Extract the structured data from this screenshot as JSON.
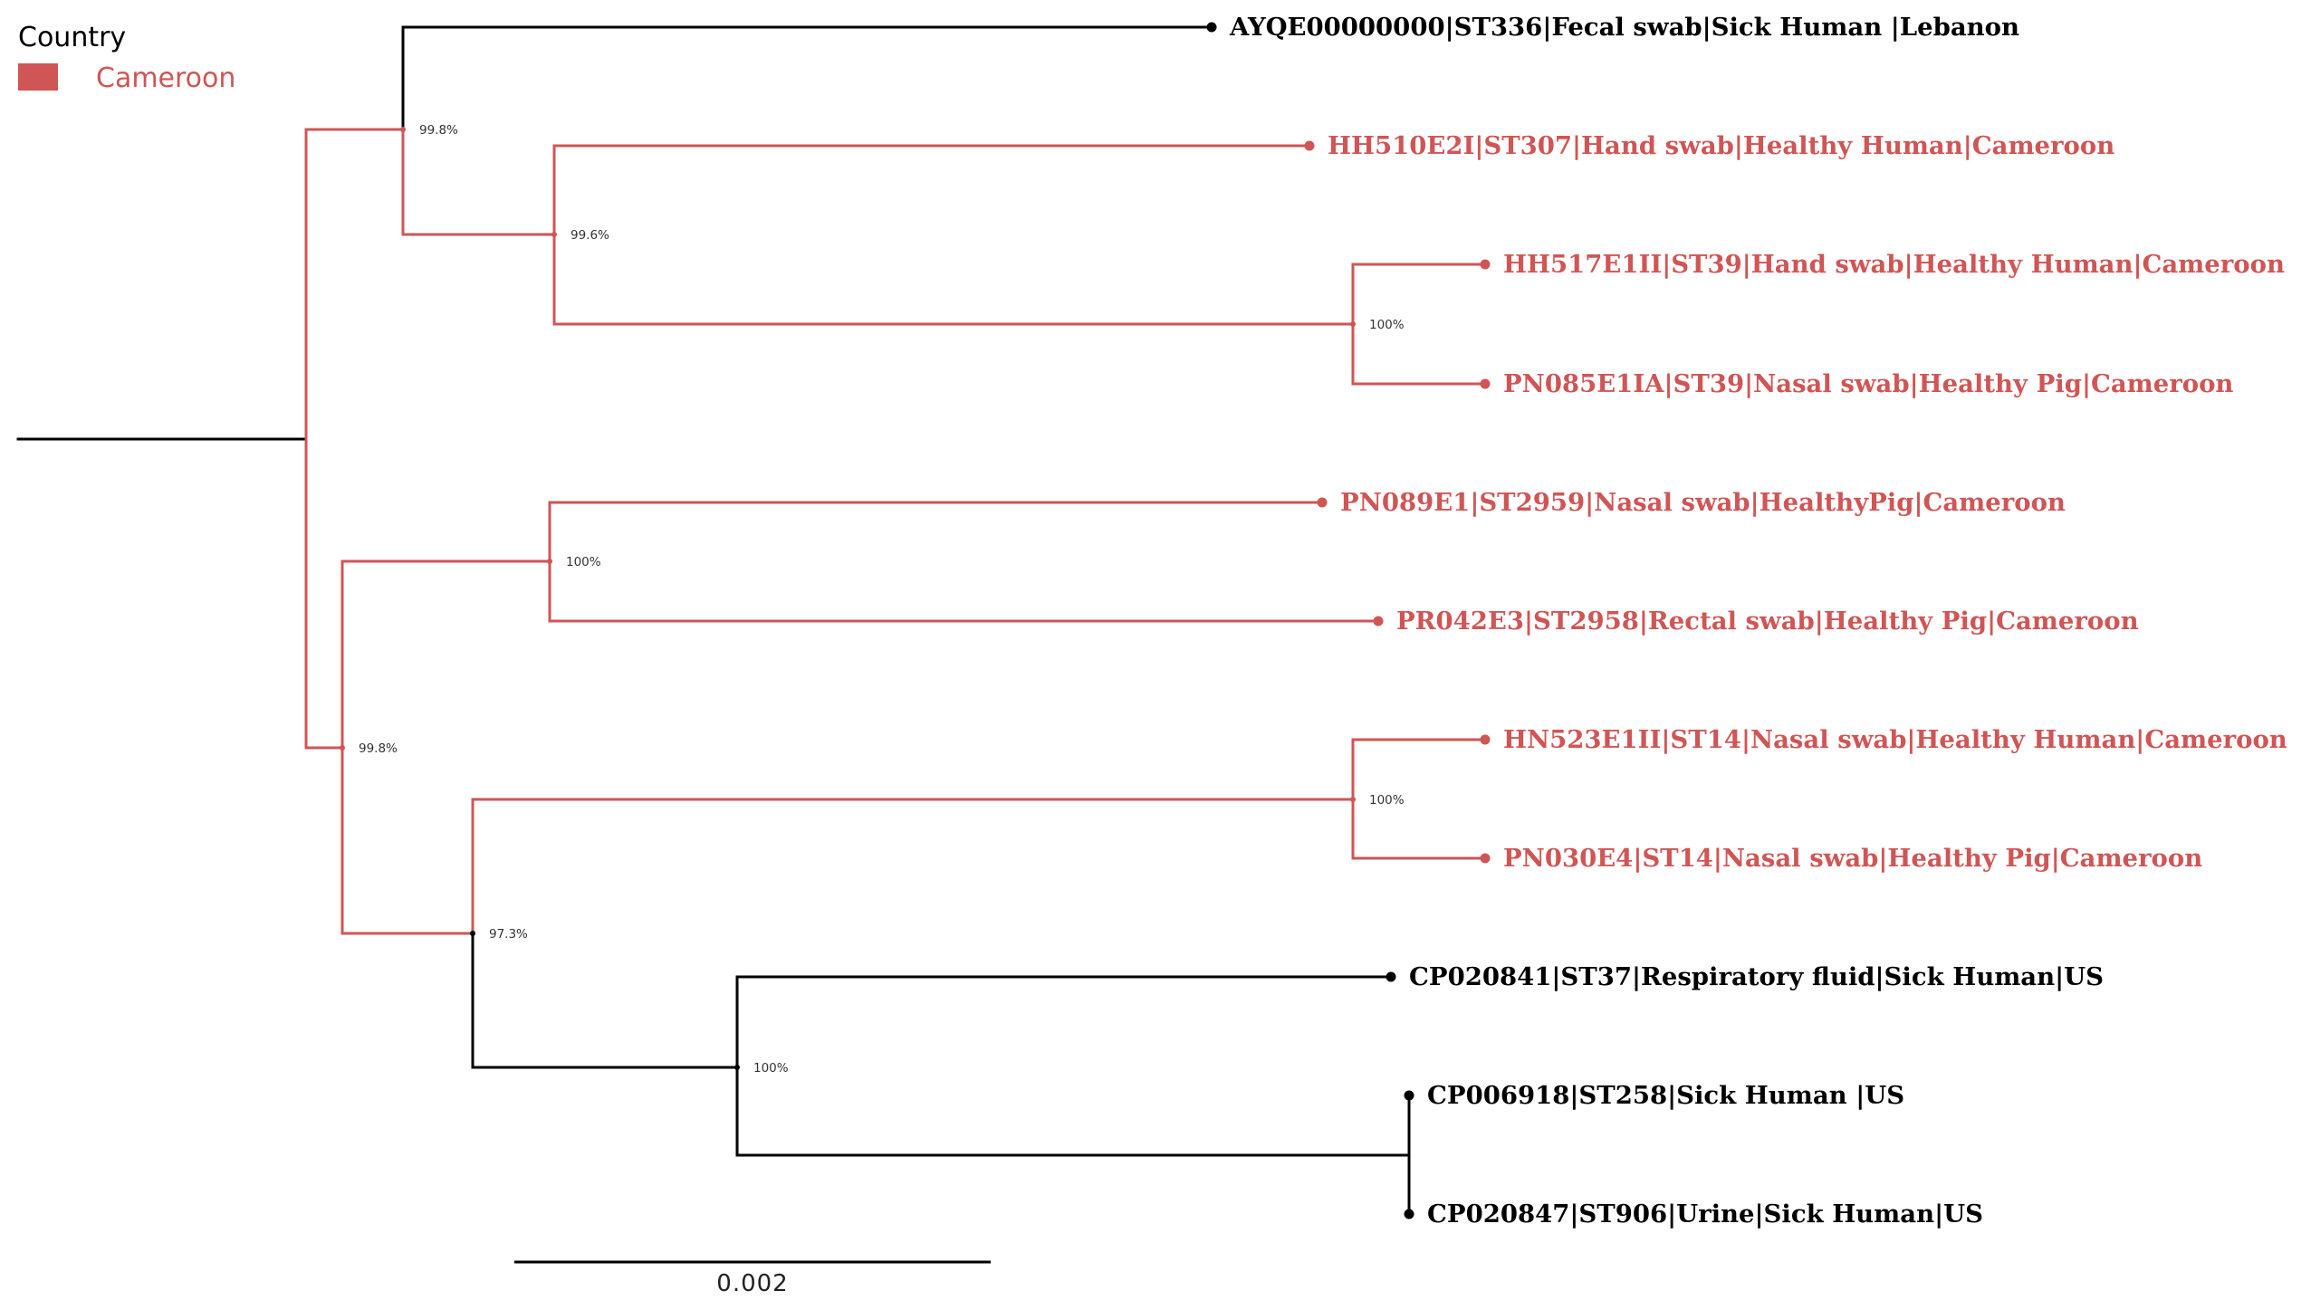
{
  "legend": {
    "title": "Country",
    "items": [
      {
        "label": "Cameroon",
        "color": "#d05555"
      }
    ]
  },
  "colors": {
    "cameroon": "#d05555",
    "other": "#000000"
  },
  "tips": [
    {
      "label": "AYQE00000000|ST336|Fecal swab|Sick Human |Lebanon",
      "group": "other"
    },
    {
      "label": "HH510E2I|ST307|Hand swab|Healthy Human|Cameroon",
      "group": "cameroon"
    },
    {
      "label": "HH517E1II|ST39|Hand swab|Healthy Human|Cameroon",
      "group": "cameroon"
    },
    {
      "label": "PN085E1IA|ST39|Nasal swab|Healthy Pig|Cameroon",
      "group": "cameroon"
    },
    {
      "label": "PN089E1|ST2959|Nasal swab|HealthyPig|Cameroon",
      "group": "cameroon"
    },
    {
      "label": "PR042E3|ST2958|Rectal swab|Healthy Pig|Cameroon",
      "group": "cameroon"
    },
    {
      "label": "HN523E1II|ST14|Nasal swab|Healthy Human|Cameroon",
      "group": "cameroon"
    },
    {
      "label": "PN030E4|ST14|Nasal swab|Healthy Pig|Cameroon",
      "group": "cameroon"
    },
    {
      "label": "CP020841|ST37|Respiratory fluid|Sick Human|US",
      "group": "other"
    },
    {
      "label": "CP006918|ST258|Sick Human |US",
      "group": "other"
    },
    {
      "label": "CP020847|ST906|Urine|Sick Human|US",
      "group": "other"
    }
  ],
  "support": [
    {
      "node": "n1",
      "value": "99.8%"
    },
    {
      "node": "n2",
      "value": "99.6%"
    },
    {
      "node": "n3",
      "value": "100%"
    },
    {
      "node": "n4",
      "value": "99.8%"
    },
    {
      "node": "n5",
      "value": "100%"
    },
    {
      "node": "n6",
      "value": "97.3%"
    },
    {
      "node": "n7",
      "value": "100%"
    },
    {
      "node": "n8",
      "value": "100%"
    }
  ],
  "scale_bar": {
    "label": "0.002"
  }
}
